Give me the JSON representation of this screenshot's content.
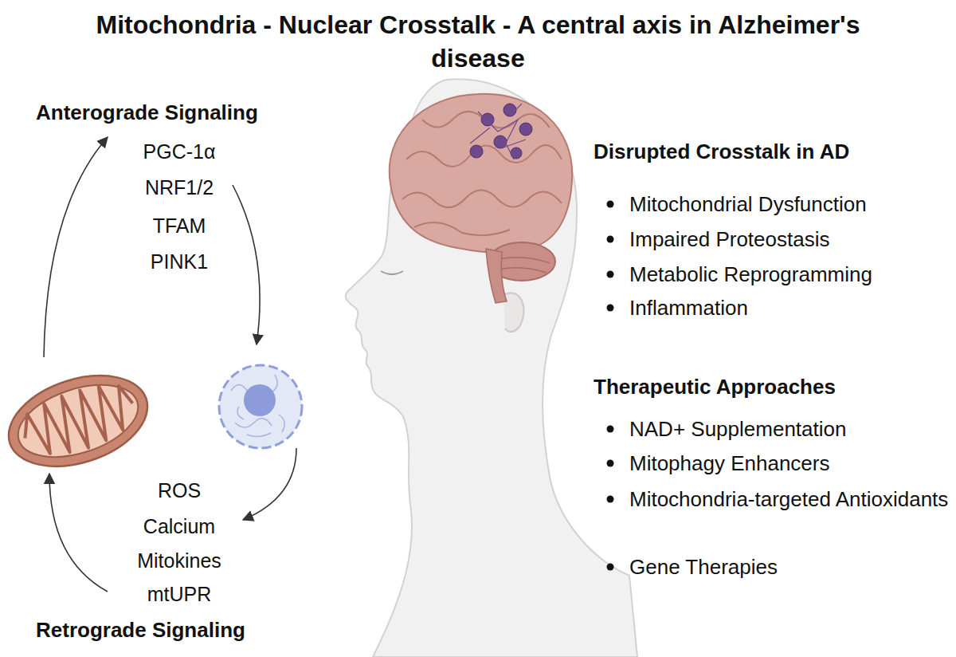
{
  "diagram": {
    "title": "Mitochondria - Nuclear Crosstalk - A central axis in Alzheimer's disease",
    "labels": [
      "Anterograde Signaling",
      "PGC-1α",
      "NRF1/2",
      "TFAM",
      "PINK1",
      "ROS",
      "Calcium",
      "Mitokines",
      "mtUPR",
      "Retrograde Signaling",
      "Disrupted Crosstalk in AD",
      "Mitochondrial Dysfunction",
      "Impaired Proteostasis",
      "Metabolic Reprogramming",
      "Inflammation",
      "Therapeutic Approaches",
      "NAD+ Supplementation",
      "Mitophagy Enhancers",
      "Mitochondria-targeted Antioxidants",
      "Gene Therapies"
    ]
  }
}
